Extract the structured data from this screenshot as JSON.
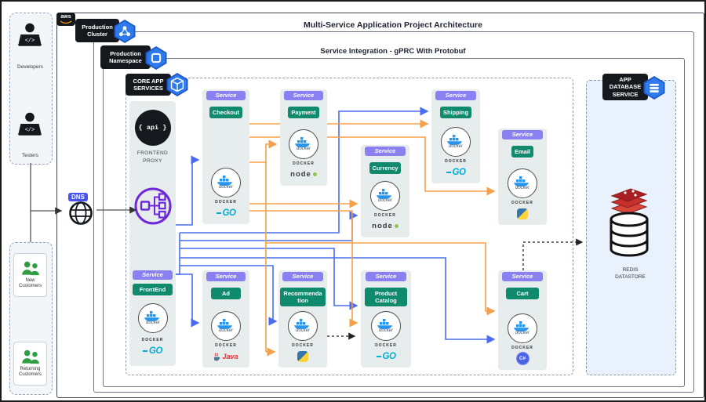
{
  "diagram": {
    "title1": "Multi-Service Application Project Architecture",
    "title2": "Service Integration - gPRC With Protobuf",
    "aws_label": "aws",
    "production_cluster": "Production Cluster",
    "production_namespace": "Production Namespace",
    "core_app_services": "CORE APP SERVICES",
    "app_database_service": "APP DATABASE SERVICE",
    "dns": "DNS",
    "api_badge": "{ api }",
    "frontend_proxy_line1": "FRONTEND",
    "frontend_proxy_line2": "PROXY",
    "redis_line1": "REDIS",
    "redis_line2": "DATASTORE"
  },
  "actors": {
    "developers": "Developers",
    "testers": "Testers",
    "new_customers": "New Customers",
    "returning_customers": "Returning Customers"
  },
  "service_header": "Service",
  "docker_caption": "DOCKER",
  "docker_word": "docker",
  "services": [
    {
      "name": "Checkout",
      "tech": "go",
      "tech_label": "GO"
    },
    {
      "name": "Payment",
      "tech": "node",
      "tech_label": "node"
    },
    {
      "name": "Currency",
      "tech": "node",
      "tech_label": "node"
    },
    {
      "name": "Shipping",
      "tech": "go",
      "tech_label": "GO"
    },
    {
      "name": "Email",
      "tech": "python",
      "tech_label": ""
    },
    {
      "name": "FrontEnd",
      "tech": "go",
      "tech_label": "GO"
    },
    {
      "name": "Ad",
      "tech": "java",
      "tech_label": "Java"
    },
    {
      "name": "Recommendation",
      "tech": "python",
      "tech_label": ""
    },
    {
      "name": "Product Catalog",
      "tech": "go",
      "tech_label": "GO"
    },
    {
      "name": "Cart",
      "tech": "csharp",
      "tech_label": "C#"
    }
  ],
  "colors": {
    "line_blue": "#4a6cf0",
    "line_orange": "#f5a04a",
    "service_header_purple": "#8a80f2",
    "service_name_green": "#0f8a6d",
    "panel_bg": "#e7edec",
    "db_panel_bg": "#e9f1fc",
    "hexagon_blue": "#2e79ec",
    "docker_blue": "#2496ed",
    "redis_red": "#c6302b"
  }
}
